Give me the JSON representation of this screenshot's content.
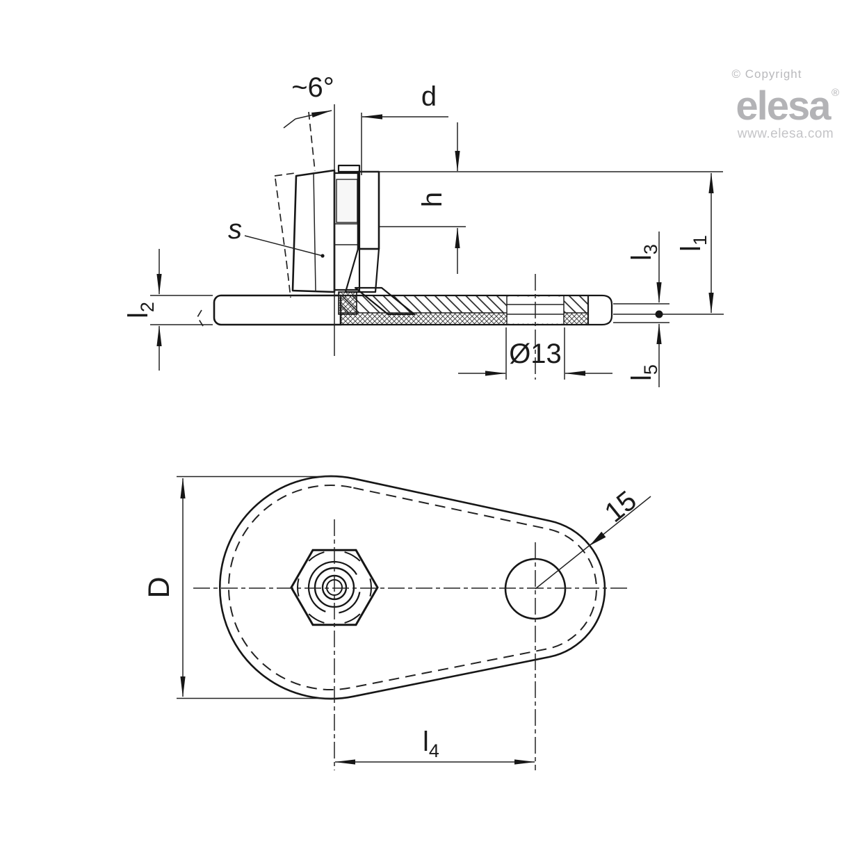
{
  "page": {
    "background": "#ffffff",
    "line_color": "#1a1a1a",
    "part_fill": "#ececec",
    "logo_gray": "#b3b3b6",
    "website_gray": "#c4c4c7"
  },
  "branding": {
    "copyright": "© Copyright",
    "logo_text": "elesa",
    "registered_mark": "®",
    "website": "www.elesa.com"
  },
  "side_view": {
    "labels": {
      "angle": "~6°",
      "thread": "d",
      "height": "h",
      "wrench": "s",
      "hole_dia": "Ø13",
      "l1": {
        "base": "l",
        "sub": "1"
      },
      "l2": {
        "base": "l",
        "sub": "2"
      },
      "l3": {
        "base": "l",
        "sub": "3"
      },
      "l5": {
        "base": "l",
        "sub": "5"
      }
    }
  },
  "plan_view": {
    "labels": {
      "diameter": "D",
      "end_dimension": "15",
      "l4": {
        "base": "l",
        "sub": "4"
      }
    }
  }
}
